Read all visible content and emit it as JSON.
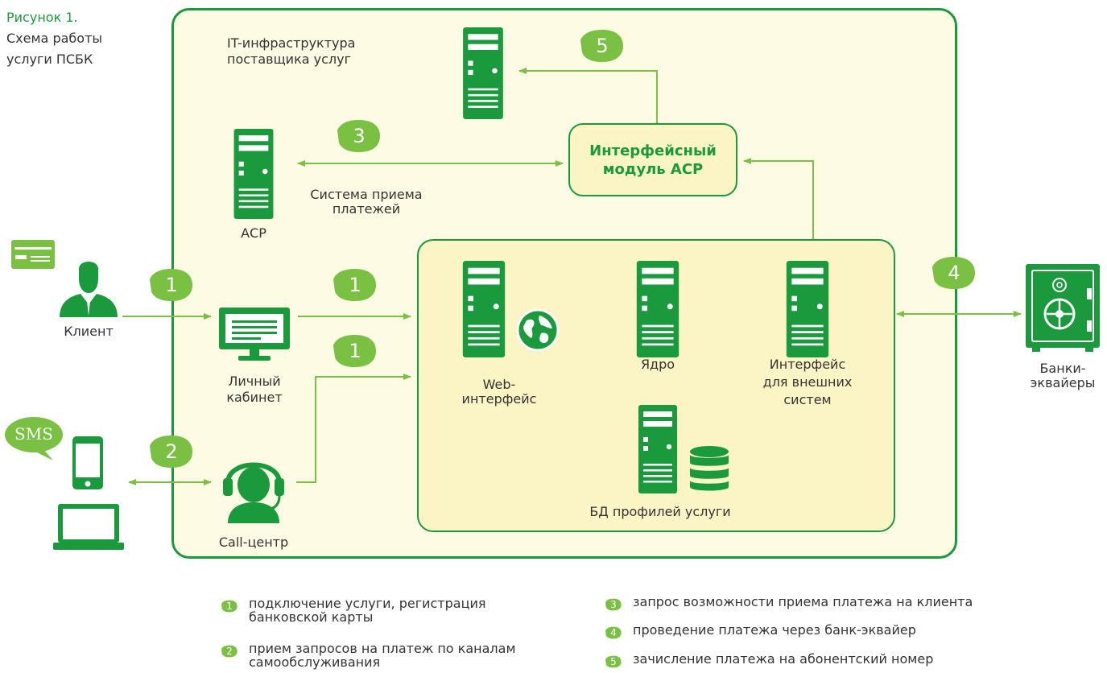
{
  "caption": {
    "label": "Рисунок 1.",
    "title_line1": "Схема работы",
    "title_line2": "услуги ПСБК"
  },
  "zones": {
    "infra_line1": "IT-инфраструктура",
    "infra_line2": "поставщика услуг",
    "module_line1": "Интерфейсный",
    "module_line2": "модуль АСР"
  },
  "nodes": {
    "asr": "АСР",
    "payment_system_line1": "Система приема",
    "payment_system_line2": "платежей",
    "client": "Клиент",
    "cabinet_line1": "Личный",
    "cabinet_line2": "кабинет",
    "call_center": "Call-центр",
    "sms": "SMS",
    "web_line1": "Web-",
    "web_line2": "интерфейс",
    "core": "Ядро",
    "ext_line1": "Интерфейс",
    "ext_line2": "для внешних",
    "ext_line3": "систем",
    "db": "БД профилей услуги",
    "banks_line1": "Банки-",
    "banks_line2": "эквайеры"
  },
  "step_badges": {
    "b1a": "1",
    "b1b": "1",
    "b1c": "1",
    "b2": "2",
    "b3": "3",
    "b4": "4",
    "b5": "5"
  },
  "legend": [
    {
      "num": "1",
      "line1": "подключение услуги, регистрация",
      "line2": "банковской карты"
    },
    {
      "num": "2",
      "line1": "прием запросов на платеж по каналам",
      "line2": "самообслуживания"
    },
    {
      "num": "3",
      "line1": "запрос возможности приема платежа на клиента",
      "line2": ""
    },
    {
      "num": "4",
      "line1": "проведение платежа через банк-эквайер",
      "line2": ""
    },
    {
      "num": "5",
      "line1": "зачисление платежа на абонентский номер",
      "line2": ""
    }
  ],
  "colors": {
    "green_dark": "#1a9a3c",
    "green_light": "#7ac143",
    "box_fill": "#fdfbe3",
    "inner_fill": "#fbf4c4"
  }
}
